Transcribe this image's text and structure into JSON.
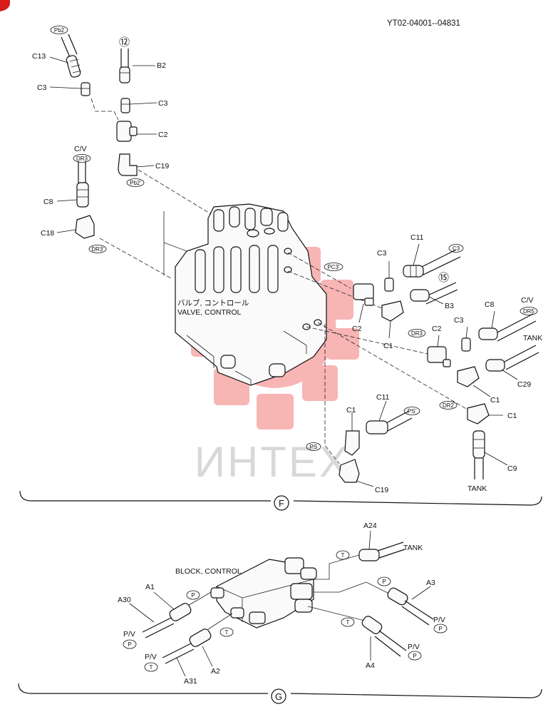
{
  "header": {
    "serial_range": "YT02-04001--04831"
  },
  "watermark": {
    "text": "ИНТЕХ",
    "color": "#e8231f"
  },
  "corner_marker": {
    "color": "#d81b1b"
  },
  "sections": {
    "f": {
      "marker": "F",
      "assembly_label_jp": "バルブ, コントロール",
      "assembly_label_en": "VALVE, CONTROL"
    },
    "g": {
      "marker": "G",
      "assembly_label_en": "BLOCK, CONTROL"
    }
  },
  "callouts": [
    {
      "id": "c13",
      "text": "C13"
    },
    {
      "id": "c3a",
      "text": "C3"
    },
    {
      "id": "n12",
      "text": "⑫"
    },
    {
      "id": "b2",
      "text": "B2"
    },
    {
      "id": "c3b",
      "text": "C3"
    },
    {
      "id": "c2a",
      "text": "C2"
    },
    {
      "id": "c19a",
      "text": "C19"
    },
    {
      "id": "cv_top",
      "text": "C/V"
    },
    {
      "id": "c8a",
      "text": "C8"
    },
    {
      "id": "c18",
      "text": "C18"
    },
    {
      "id": "c11a",
      "text": "C11"
    },
    {
      "id": "c3c",
      "text": "C3"
    },
    {
      "id": "n15",
      "text": "⑮"
    },
    {
      "id": "b3",
      "text": "B3"
    },
    {
      "id": "c2b",
      "text": "C2"
    },
    {
      "id": "c1a",
      "text": "C1"
    },
    {
      "id": "cv_right",
      "text": "C/V"
    },
    {
      "id": "c8b",
      "text": "C8"
    },
    {
      "id": "c2c",
      "text": "C2"
    },
    {
      "id": "c3d",
      "text": "C3"
    },
    {
      "id": "tank1",
      "text": "TANK"
    },
    {
      "id": "c29",
      "text": "C29"
    },
    {
      "id": "c1b",
      "text": "C1"
    },
    {
      "id": "c1c",
      "text": "C1"
    },
    {
      "id": "c11b",
      "text": "C11"
    },
    {
      "id": "c1d",
      "text": "C1"
    },
    {
      "id": "c9",
      "text": "C9"
    },
    {
      "id": "tank2",
      "text": "TANK"
    },
    {
      "id": "c19b",
      "text": "C19"
    },
    {
      "id": "a24",
      "text": "A24"
    },
    {
      "id": "tank3",
      "text": "TANK"
    },
    {
      "id": "a3",
      "text": "A3"
    },
    {
      "id": "pv_right",
      "text": "P/V"
    },
    {
      "id": "a1",
      "text": "A1"
    },
    {
      "id": "a30",
      "text": "A30"
    },
    {
      "id": "pv_left1",
      "text": "P/V"
    },
    {
      "id": "pv_left2",
      "text": "P/V"
    },
    {
      "id": "a2",
      "text": "A2"
    },
    {
      "id": "a31",
      "text": "A31"
    },
    {
      "id": "pv_right2",
      "text": "P/V"
    },
    {
      "id": "a4",
      "text": "A4"
    }
  ],
  "tags": [
    {
      "id": "t_pb2",
      "text": "Pb2"
    },
    {
      "id": "t_dr3a",
      "text": "DR3"
    },
    {
      "id": "t_pb2b",
      "text": "Pb2'"
    },
    {
      "id": "t_dr3b",
      "text": "DR3'"
    },
    {
      "id": "t_pc3",
      "text": "PC3'"
    },
    {
      "id": "t_c3",
      "text": "C3"
    },
    {
      "id": "t_dr5",
      "text": "DR5"
    },
    {
      "id": "t_dr3c",
      "text": "DR3"
    },
    {
      "id": "t_dr2",
      "text": "DR2"
    },
    {
      "id": "t_ps1",
      "text": "PS'"
    },
    {
      "id": "t_ps2",
      "text": "PS"
    },
    {
      "id": "g_t1",
      "text": "T"
    },
    {
      "id": "g_p1",
      "text": "P"
    },
    {
      "id": "g_p2",
      "text": "P"
    },
    {
      "id": "g_t2",
      "text": "T"
    },
    {
      "id": "g_t3",
      "text": "T"
    },
    {
      "id": "g_p3",
      "text": "P"
    },
    {
      "id": "g_p4",
      "text": "P"
    },
    {
      "id": "g_t4",
      "text": "T"
    },
    {
      "id": "g_p5",
      "text": "P"
    }
  ]
}
